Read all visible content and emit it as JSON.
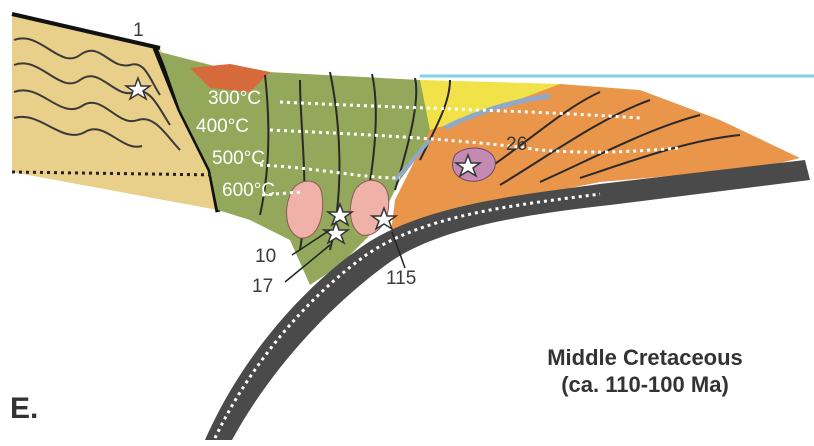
{
  "panel_letter": "E.",
  "title_line1": "Middle Cretaceous",
  "title_line2": "(ca. 110-100 Ma)",
  "isotherms": [
    "300°C",
    "400°C",
    "500°C",
    "600°C"
  ],
  "sample_labels": {
    "s1": "1",
    "s10": "10",
    "s17": "17",
    "s115": "115",
    "s26": "26"
  },
  "colors": {
    "continental_crust": "#e8cf8a",
    "accretionary_wedge": "#e9954a",
    "metamorphic_green": "#93a85a",
    "forearc_yellow": "#f2e24a",
    "pluton_pink": "#efb1a8",
    "slab_dark": "#4a4a4a",
    "sea": "#7fd3ea",
    "red_wedge": "#d76a3a"
  }
}
